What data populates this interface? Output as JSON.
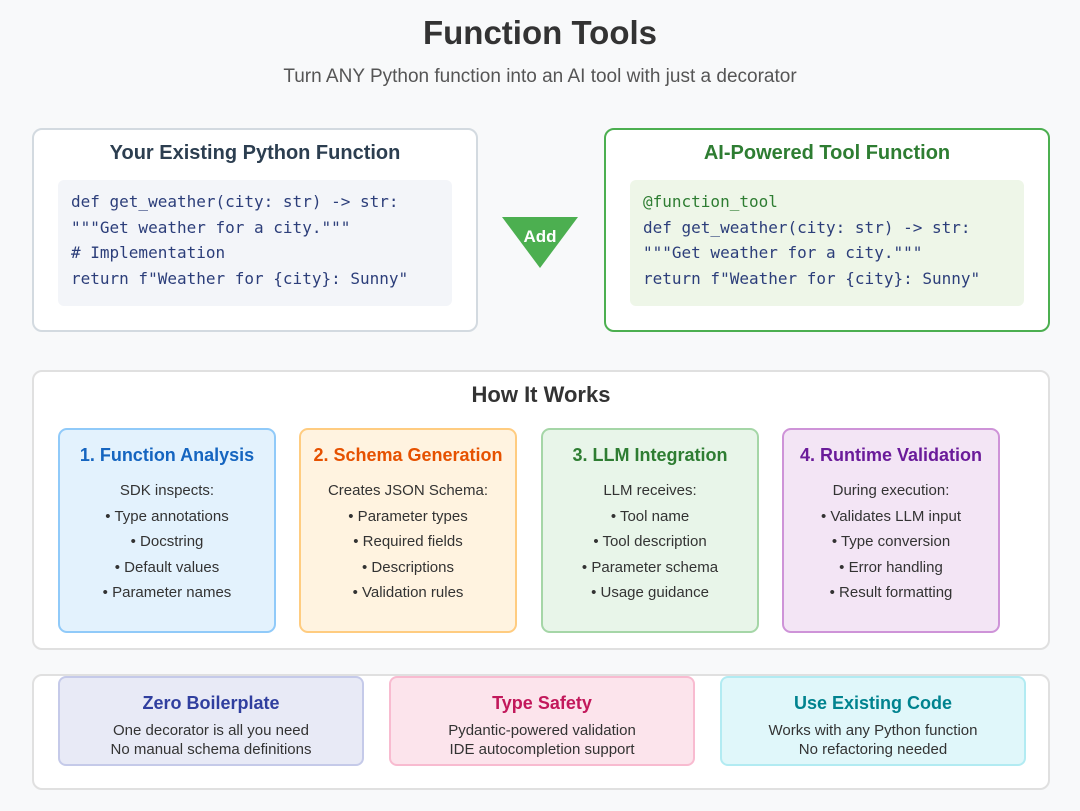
{
  "header": {
    "title": "Function Tools",
    "subtitle": "Turn ANY Python function into an AI tool with just a decorator"
  },
  "before": {
    "title": "Your Existing Python Function",
    "code": [
      "def get_weather(city: str) -> str:",
      "\"\"\"Get weather for a city.\"\"\"",
      "# Implementation",
      "return f\"Weather for {city}: Sunny\""
    ]
  },
  "arrow": {
    "label": "Add"
  },
  "after": {
    "title": "AI-Powered Tool Function",
    "code": [
      "@function_tool",
      "def get_weather(city: str) -> str:",
      "\"\"\"Get weather for a city.\"\"\"",
      "return f\"Weather for {city}: Sunny\""
    ]
  },
  "how": {
    "title": "How It Works",
    "steps": [
      {
        "title": "1. Function Analysis",
        "intro": "SDK inspects:",
        "items": [
          "• Type annotations",
          "• Docstring",
          "• Default values",
          "• Parameter names"
        ]
      },
      {
        "title": "2. Schema Generation",
        "intro": "Creates JSON Schema:",
        "items": [
          "• Parameter types",
          "• Required fields",
          "• Descriptions",
          "• Validation rules"
        ]
      },
      {
        "title": "3. LLM Integration",
        "intro": "LLM receives:",
        "items": [
          "• Tool name",
          "• Tool description",
          "• Parameter schema",
          "• Usage guidance"
        ]
      },
      {
        "title": "4. Runtime Validation",
        "intro": "During execution:",
        "items": [
          "• Validates LLM input",
          "• Type conversion",
          "• Error handling",
          "• Result formatting"
        ]
      }
    ]
  },
  "benefits": [
    {
      "title": "Zero Boilerplate",
      "lines": [
        "One decorator is all you need",
        "No manual schema definitions"
      ]
    },
    {
      "title": "Type Safety",
      "lines": [
        "Pydantic-powered validation",
        "IDE autocompletion support"
      ]
    },
    {
      "title": "Use Existing Code",
      "lines": [
        "Works with any Python function",
        "No refactoring needed"
      ]
    }
  ],
  "colors": {
    "accent_green": "#4caf50",
    "step1": "#1565c0",
    "step2": "#e65100",
    "step3": "#2e7d32",
    "step4": "#6a1b9a"
  }
}
